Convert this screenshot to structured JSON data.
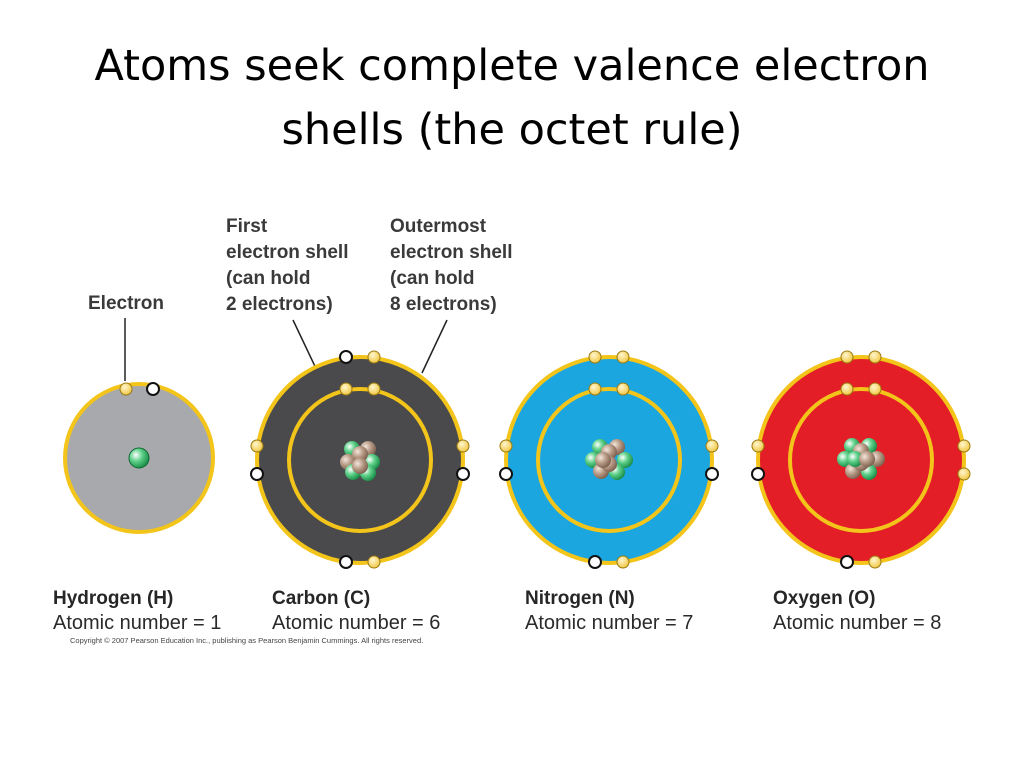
{
  "title": "Atoms seek complete valence electron shells (the octet rule)",
  "labels": {
    "electron": "Electron",
    "first_shell": [
      "First",
      "electron shell",
      "(can hold",
      "2 electrons)"
    ],
    "outer_shell": [
      "Outermost",
      "electron shell",
      "(can hold",
      "8 electrons)"
    ]
  },
  "atoms": [
    {
      "name": "Hydrogen (H)",
      "atomic_number_text": "Atomic number = 1",
      "color": "#a7a9ac",
      "outer_electrons": 1
    },
    {
      "name": "Carbon (C)",
      "atomic_number_text": "Atomic number = 6",
      "color": "#4a4a4c",
      "outer_electrons": 4
    },
    {
      "name": "Nitrogen (N)",
      "atomic_number_text": "Atomic number = 7",
      "color": "#1ba6e0",
      "outer_electrons": 5
    },
    {
      "name": "Oxygen (O)",
      "atomic_number_text": "Atomic number = 8",
      "color": "#e41e26",
      "outer_electrons": 6
    }
  ],
  "copyright": "Copyright © 2007 Pearson Education Inc., publishing as Pearson Benjamin Cummings. All rights reserved.",
  "colors": {
    "shell": "#f3c41a",
    "electron_filled": "#f6d26a",
    "electron_empty": "#ffffff",
    "proton": "#b79a86",
    "neutron": "#3cbf6e"
  }
}
